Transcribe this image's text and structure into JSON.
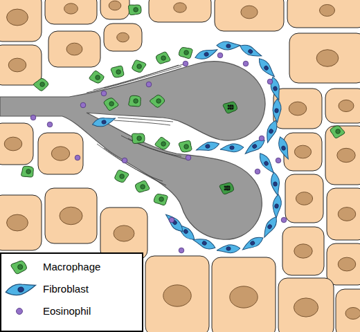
{
  "diagram": {
    "legend": [
      {
        "text": "Macrophage"
      },
      {
        "text": "Fibroblast"
      },
      {
        "text": "Eosinophil"
      }
    ]
  }
}
